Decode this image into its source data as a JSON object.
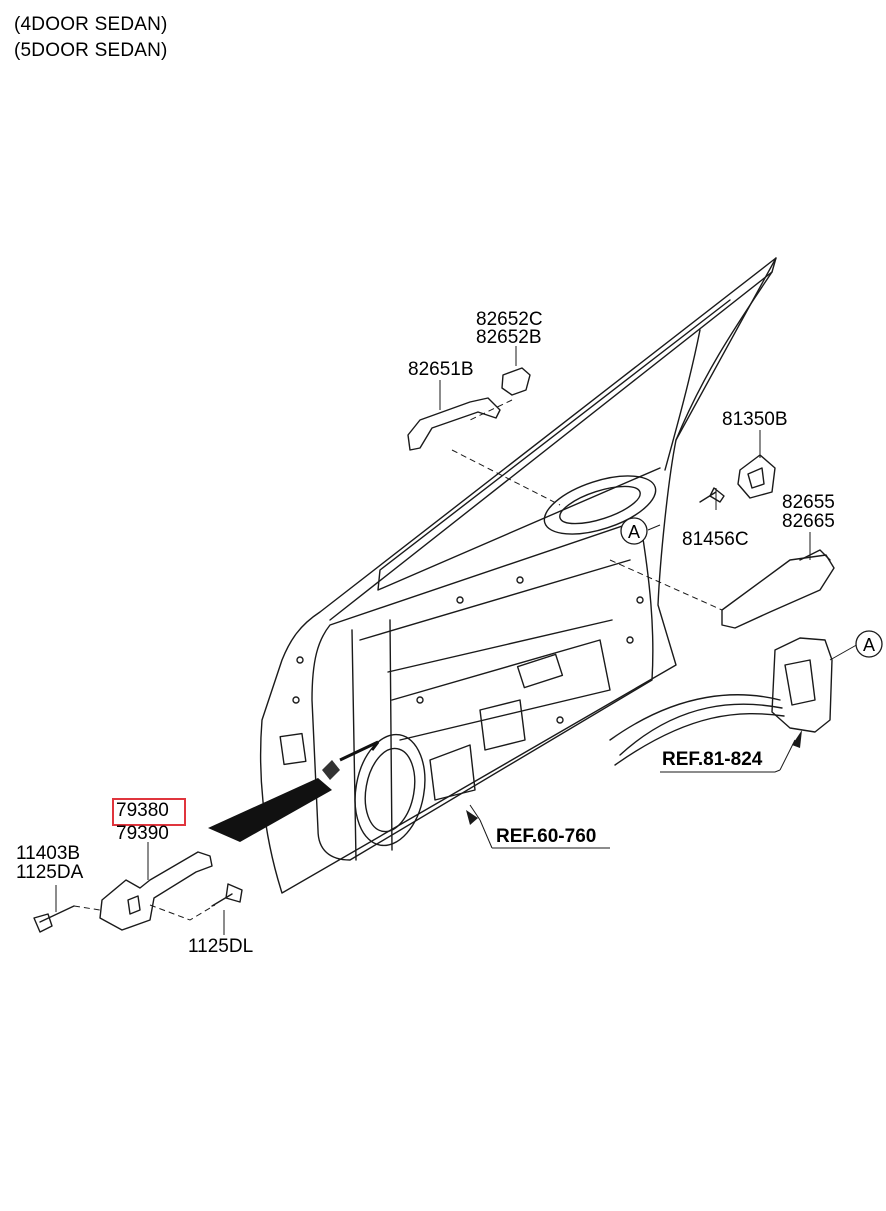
{
  "header": {
    "line1": "(4DOOR SEDAN)",
    "line2": "(5DOOR SEDAN)"
  },
  "callout_letter": "A",
  "parts": {
    "p82652c": "82652C",
    "p82652b": "82652B",
    "p82651b": "82651B",
    "p81350b": "81350B",
    "p82655": "82655",
    "p82665": "82665",
    "p81456c": "81456C",
    "p79380": "79380",
    "p79390": "79390",
    "p11403b": "11403B",
    "p1125da": "1125DA",
    "p1125dl": "1125DL"
  },
  "references": {
    "ref_a": "REF.81-824",
    "ref_b": "REF.60-760"
  },
  "highlight_color": "#e0353d"
}
